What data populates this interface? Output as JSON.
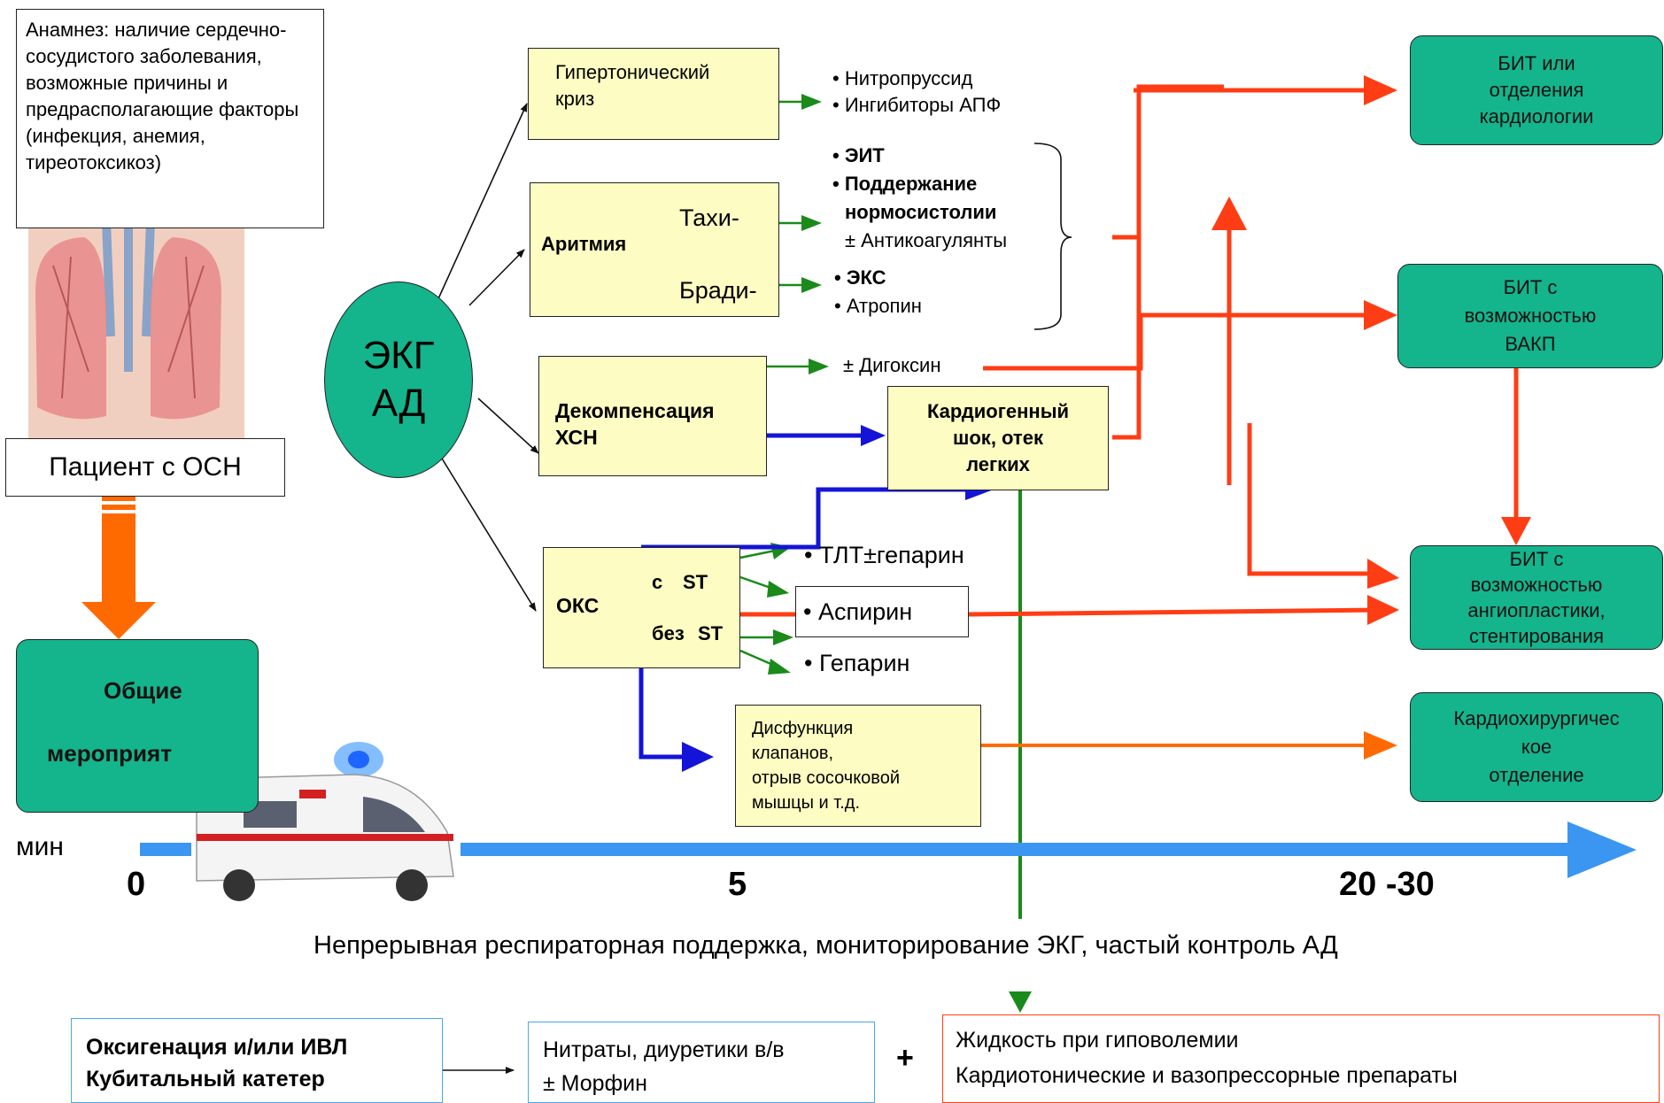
{
  "anamnesis": "Анамнез: наличие сердечно-сосудистого заболевания, возможные причины и предрасполагающие факторы (инфекция, анемия, тиреотоксикоз)",
  "patient": "Пациент с ОСН",
  "general_measures": [
    "Общие",
    "мероприят"
  ],
  "ecg": [
    "ЭКГ",
    "АД"
  ],
  "hypertensive": [
    "Гипертонический",
    "криз"
  ],
  "hypertensive_drugs": [
    "• Нитропруссид",
    "• Ингибиторы АПФ"
  ],
  "arrhythmia": {
    "label": "Аритмия",
    "tachy": "Тахи-",
    "brady": "Бради-"
  },
  "arrhythmia_tx": [
    "• ЭИТ",
    "• Поддержание",
    "нормосистолии",
    "± Антикоагулянты"
  ],
  "brady_tx": [
    "• ЭКС",
    "• Атропин"
  ],
  "chf": [
    "Декомпенсация",
    "ХСН"
  ],
  "digoxin": "± Дигоксин",
  "shock": [
    "Кардиогенный",
    "шок, отек",
    "легких"
  ],
  "acs": {
    "label": "ОКС",
    "with": "с",
    "without": "без",
    "st": "ST"
  },
  "acs_tx": {
    "tlt": "• ТЛТ±гепарин",
    "aspirin": "• Аспирин",
    "heparin": "• Гепарин"
  },
  "valves": [
    "Дисфункция",
    "клапанов,",
    "отрыв сосочковой",
    "мышцы и т.д."
  ],
  "destinations": {
    "icu_cardio": [
      "БИТ или",
      "отделения",
      "кардиологии"
    ],
    "icu_iabp": [
      "БИТ с",
      "возможностью",
      "ВАКП"
    ],
    "icu_angio": [
      "БИТ с",
      "возможностью",
      "ангиопластики,",
      "стентирования"
    ],
    "surgery": [
      "Кардиохирургичес",
      "кое",
      "отделение"
    ]
  },
  "timeline": {
    "unit": "мин",
    "t0": "0",
    "t5": "5",
    "t20": "20 -30"
  },
  "support": "Непрерывная респираторная поддержка, мониторирование ЭКГ, частый контроль АД",
  "oxygen": [
    "Оксигенация и/или ИВЛ",
    "Кубитальный катетер"
  ],
  "nitrates": [
    "Нитраты, диуретики в/в",
    "± Морфин"
  ],
  "plus": "+",
  "fluids": [
    "Жидкость при гиповолемии",
    "Кардиотонические и вазопрессорные препараты"
  ],
  "colors": {
    "green_box": "#14b48c",
    "yellow_box": "#fdfcc2",
    "red_arrow": "#ff3d14",
    "blue_arrow": "#1414d8",
    "green_arrow": "#1a8a1a",
    "orange_arrow": "#ff6a00",
    "timeline": "#3a96f0"
  }
}
